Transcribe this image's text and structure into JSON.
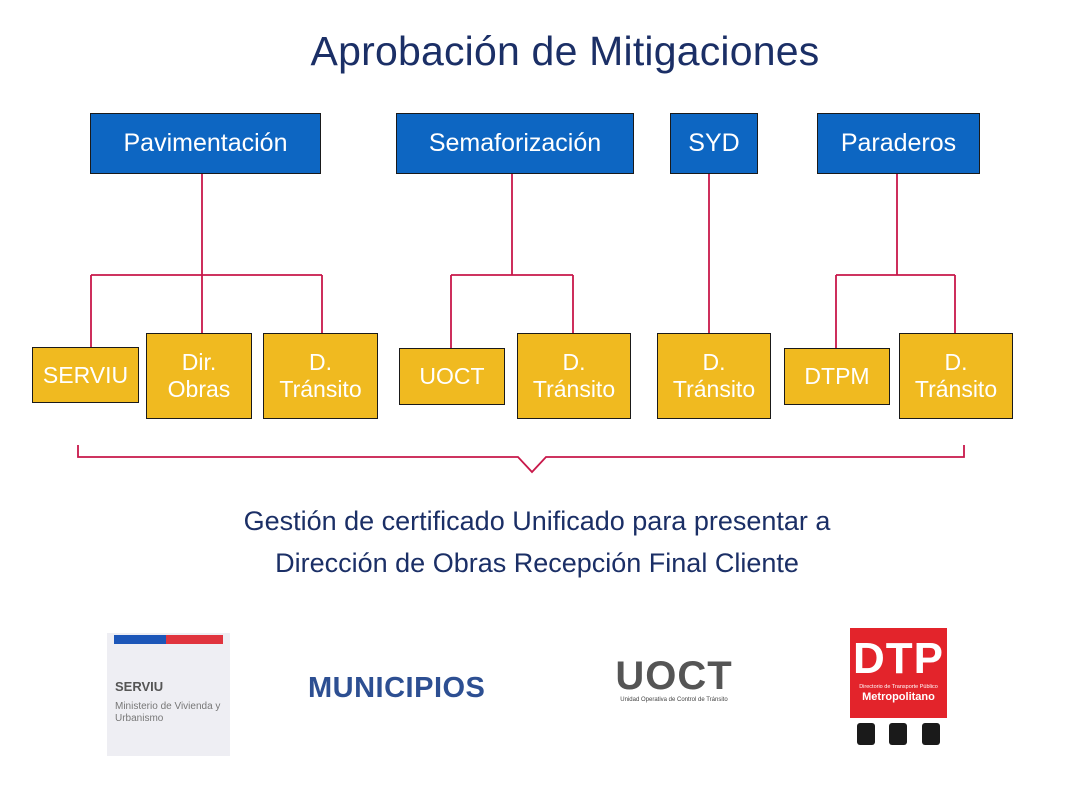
{
  "title": "Aprobación de Mitigaciones",
  "categories": [
    {
      "label": "Pavimentación"
    },
    {
      "label": "Semaforización"
    },
    {
      "label": "SYD"
    },
    {
      "label": "Paraderos"
    }
  ],
  "entities": [
    {
      "label": "SERVIU"
    },
    {
      "label": "Dir.\nObras"
    },
    {
      "label": "D.\nTránsito"
    },
    {
      "label": "UOCT"
    },
    {
      "label": "D.\nTránsito"
    },
    {
      "label": "D.\nTránsito"
    },
    {
      "label": "DTPM"
    },
    {
      "label": "D.\nTránsito"
    }
  ],
  "caption": {
    "line1": "Gestión de certificado Unificado para presentar a",
    "line2": "Dirección de Obras Recepción Final Cliente"
  },
  "logos": {
    "serviu": {
      "name": "SERVIU",
      "sub": "Ministerio de Vivienda y Urbanismo"
    },
    "municipios": "MUNICIPIOS",
    "uoct": {
      "name": "UOCT",
      "sub": "Unidad Operativa de Control de Tránsito"
    },
    "dtp": {
      "name": "DTP",
      "sub": "Directorio de Transporte Público",
      "metro": "Metropolitano"
    }
  },
  "colors": {
    "category_fill": "#0d66c2",
    "entity_fill": "#f0ba20",
    "connector": "#c8184a",
    "text_dark": "#1b2f66"
  }
}
